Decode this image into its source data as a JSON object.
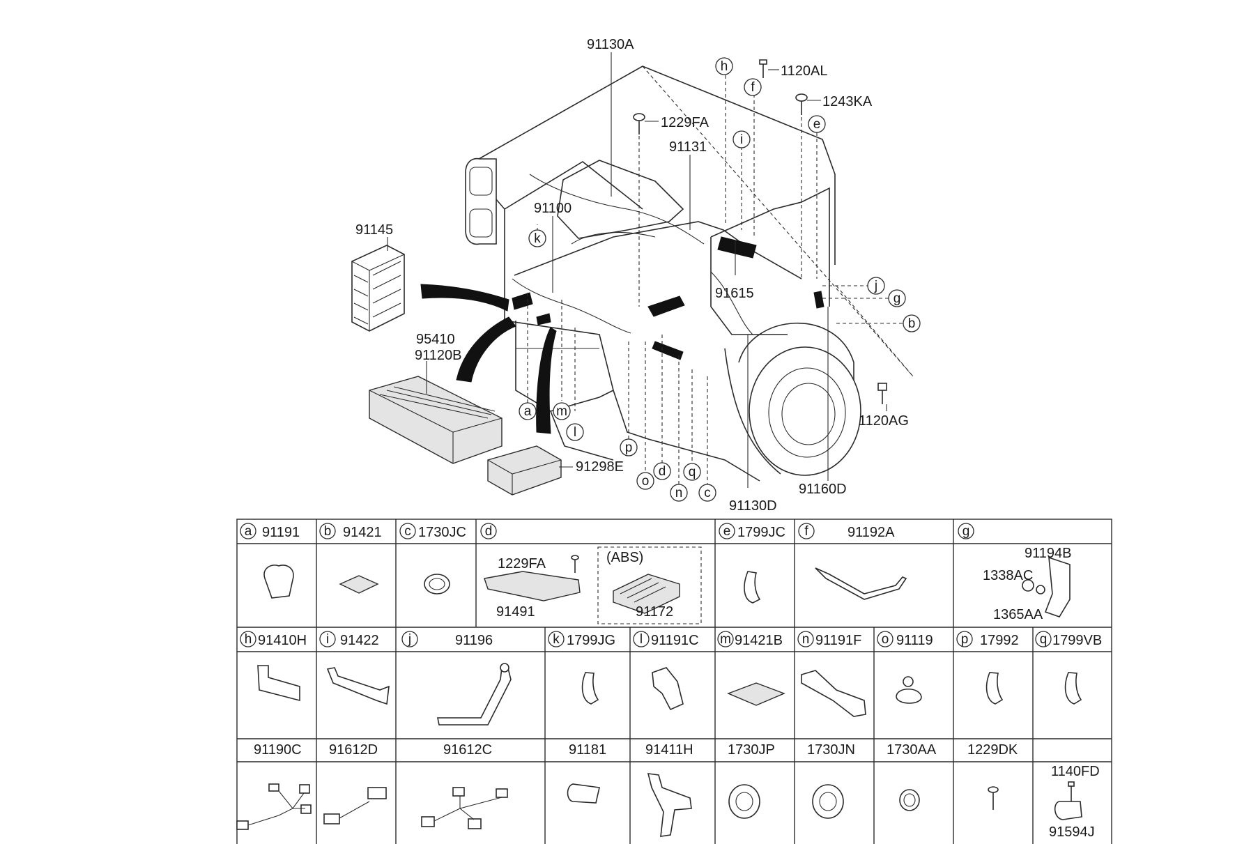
{
  "diagram_labels": {
    "p91130A": "91130A",
    "p1120AL": "1120AL",
    "p1243KA": "1243KA",
    "p1229FA": "1229FA",
    "p91131": "91131",
    "p91100": "91100",
    "p91145": "91145",
    "p95410": "95410",
    "p91120B": "91120B",
    "p91615": "91615",
    "p91298E": "91298E",
    "p1120AG": "1120AG",
    "p91130D": "91130D",
    "p91160D": "91160D"
  },
  "callout_letters": {
    "a": "a",
    "b": "b",
    "c": "c",
    "d": "d",
    "e": "e",
    "f": "f",
    "g": "g",
    "h": "h",
    "i": "i",
    "j": "j",
    "k": "k",
    "l": "l",
    "m": "m",
    "n": "n",
    "o": "o",
    "p": "p",
    "q": "q"
  },
  "parts_table": {
    "row1": [
      {
        "letter": "a",
        "part": "91191"
      },
      {
        "letter": "b",
        "part": "91421"
      },
      {
        "letter": "c",
        "part": "1730JC"
      },
      {
        "letter": "d",
        "part": ""
      },
      {
        "letter": "e",
        "part": "1799JC"
      },
      {
        "letter": "f",
        "part": "91192A"
      },
      {
        "letter": "g",
        "part": ""
      }
    ],
    "d_inner": {
      "bolt": "1229FA",
      "bracket": "91491",
      "abs_note": "(ABS)",
      "abs_part": "91172"
    },
    "g_inner": {
      "bracket": "91194B",
      "nut": "1338AC",
      "washer": "1365AA"
    },
    "row2": [
      {
        "letter": "h",
        "part": "91410H"
      },
      {
        "letter": "i",
        "part": "91422"
      },
      {
        "letter": "j",
        "part": "91196"
      },
      {
        "letter": "k",
        "part": "1799JG"
      },
      {
        "letter": "l",
        "part": "91191C"
      },
      {
        "letter": "m",
        "part": "91421B"
      },
      {
        "letter": "n",
        "part": "91191F"
      },
      {
        "letter": "o",
        "part": "91119"
      },
      {
        "letter": "p",
        "part": "17992"
      },
      {
        "letter": "q",
        "part": "1799VB"
      }
    ],
    "row3": [
      "91190C",
      "91612D",
      "91612C",
      "91181",
      "91411H",
      "1730JP",
      "1730JN",
      "1730AA",
      "1229DK",
      "1140FD"
    ],
    "row3_extra": "91594J"
  }
}
